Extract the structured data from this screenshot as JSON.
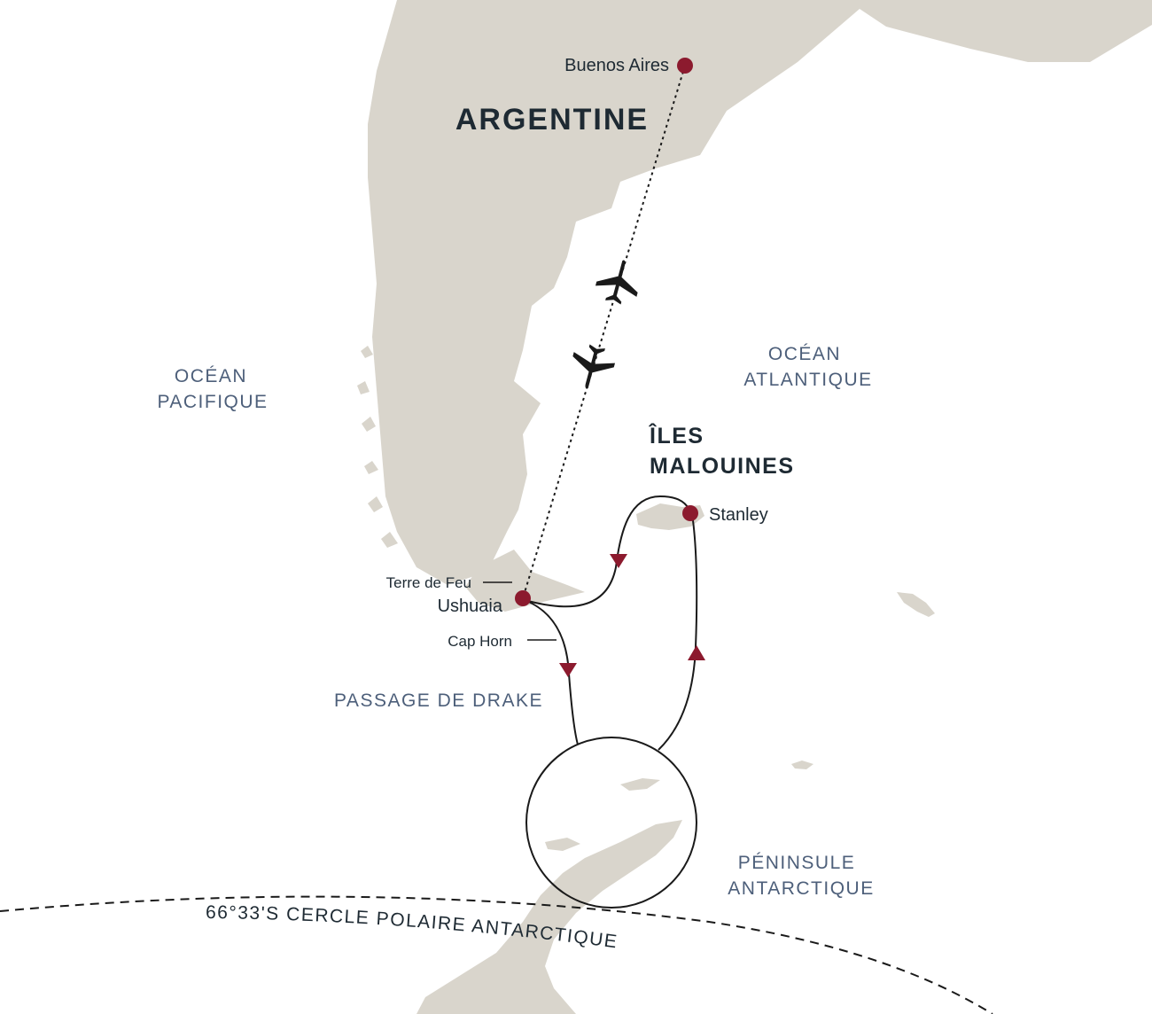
{
  "colors": {
    "land": "#d9d5cc",
    "route": "#1a1a1a",
    "marker": "#8c1a2e",
    "ocean_label": "#4d5f7a",
    "text": "#1e2a33",
    "background": "#ffffff"
  },
  "labels": {
    "country": "ARGENTINE",
    "islands_line1": "ÎLES",
    "islands_line2": "MALOUINES",
    "pacific_line1": "OCÉAN",
    "pacific_line2": "PACIFIQUE",
    "atlantic_line1": "OCÉAN",
    "atlantic_line2": "ATLANTIQUE",
    "drake": "PASSAGE DE DRAKE",
    "peninsula_line1": "PÉNINSULE",
    "peninsula_line2": "ANTARCTIQUE",
    "antarctic_circle": "66°33'S CERCLE POLAIRE ANTARCTIQUE"
  },
  "places": {
    "buenos_aires": "Buenos Aires",
    "ushuaia": "Ushuaia",
    "stanley": "Stanley",
    "terre_de_feu": "Terre de Feu",
    "cap_horn": "Cap Horn"
  },
  "icons": {
    "flight": "airplane-icon",
    "city": "city-marker-icon",
    "direction": "route-arrow-icon"
  }
}
